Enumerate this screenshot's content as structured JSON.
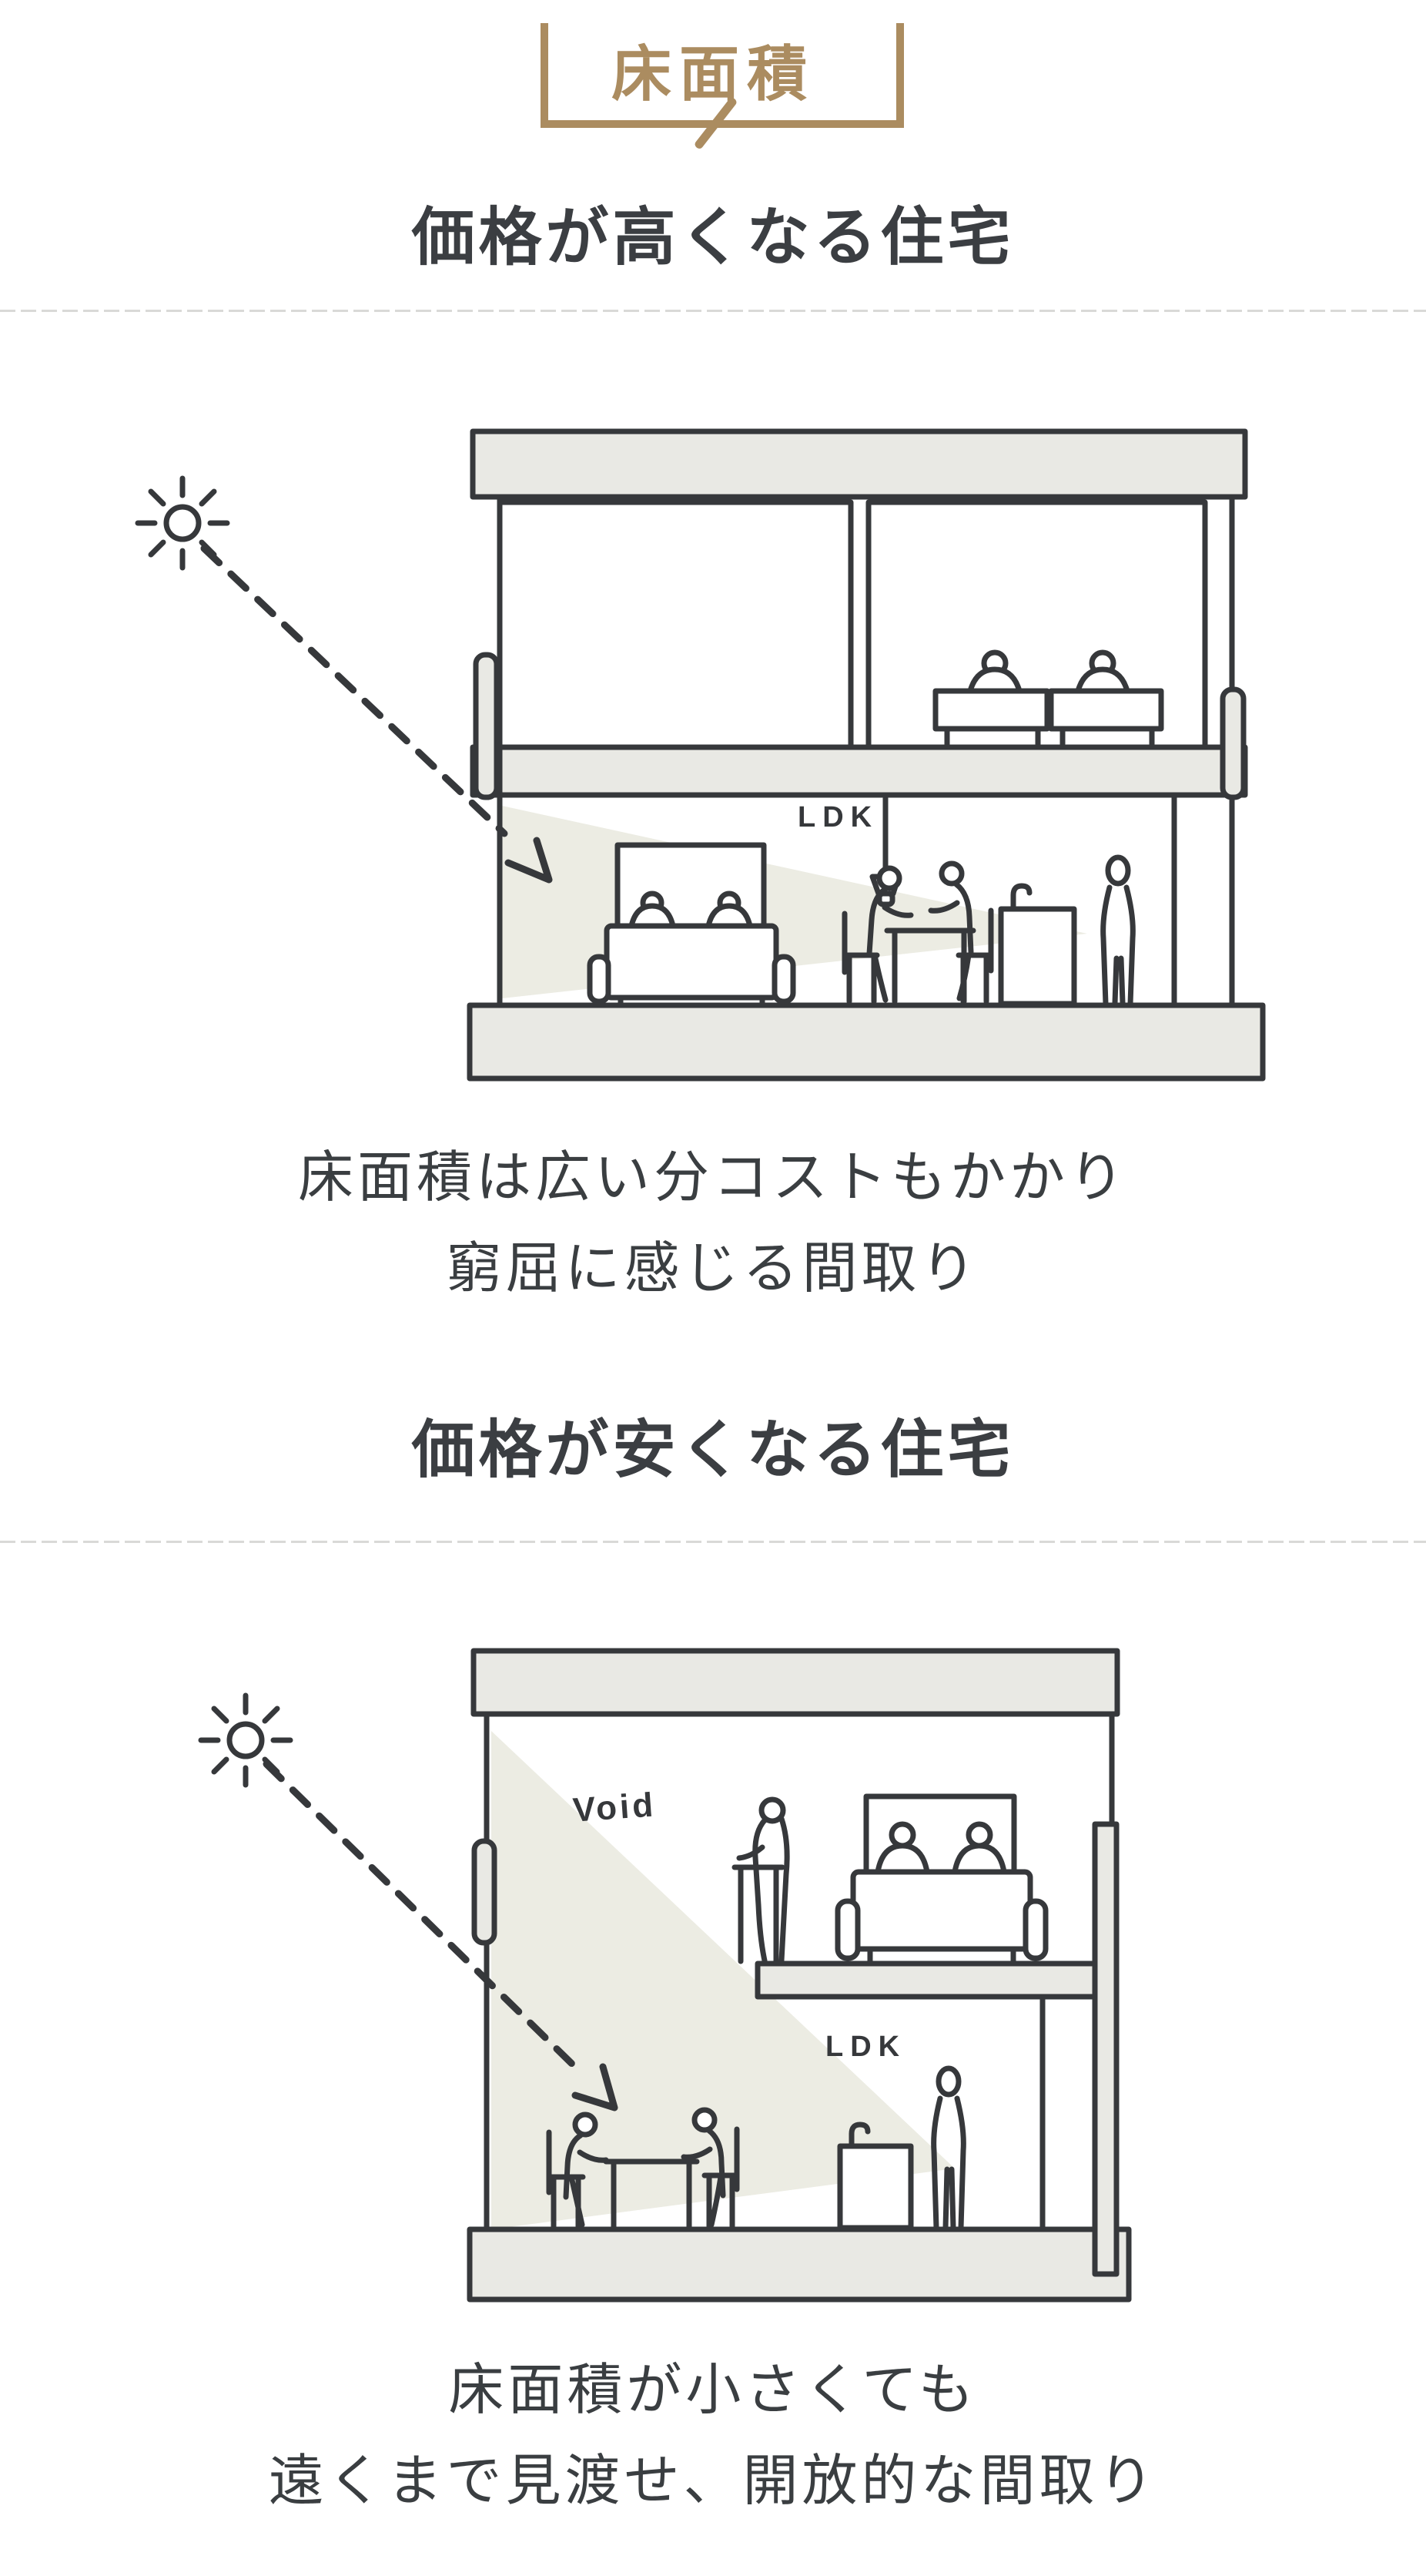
{
  "badge": {
    "label": "床面積",
    "accent_color": "#ab8c60"
  },
  "sections": [
    {
      "id": "expensive-house",
      "heading": "価格が高くなる住宅",
      "illustration": {
        "type": "two-story-house-cross-section",
        "room_label": "LDK",
        "icons": [
          "sun-icon",
          "sunlight-dashed-arrow",
          "pendant-light-icon"
        ],
        "occupants": "2 people at desks upstairs, 2 on sofa, 2 at dining table, 1 standing in kitchen"
      },
      "caption_lines": [
        "床面積は広い分コストもかかり",
        "窮屈に感じる間取り"
      ]
    },
    {
      "id": "cheap-house",
      "heading": "価格が安くなる住宅",
      "illustration": {
        "type": "compact-house-with-void-cross-section",
        "void_label": "Void",
        "room_label": "LDK",
        "icons": [
          "sun-icon",
          "sunlight-dashed-arrow"
        ],
        "occupants": "1 standing + 2 on sofa on mezzanine, 2 at table, 1 standing in kitchen"
      },
      "caption_lines": [
        "床面積が小さくても",
        "遠くまで見渡せ、開放的な間取り"
      ]
    }
  ],
  "colors": {
    "ink": "#36383b",
    "slab_fill": "#e9e9e4",
    "light_beam": "#ecece3",
    "accent_gold": "#ab8c60",
    "heading_text": "#3b3e42",
    "divider": "#d9d9d7",
    "background": "#ffffff"
  }
}
